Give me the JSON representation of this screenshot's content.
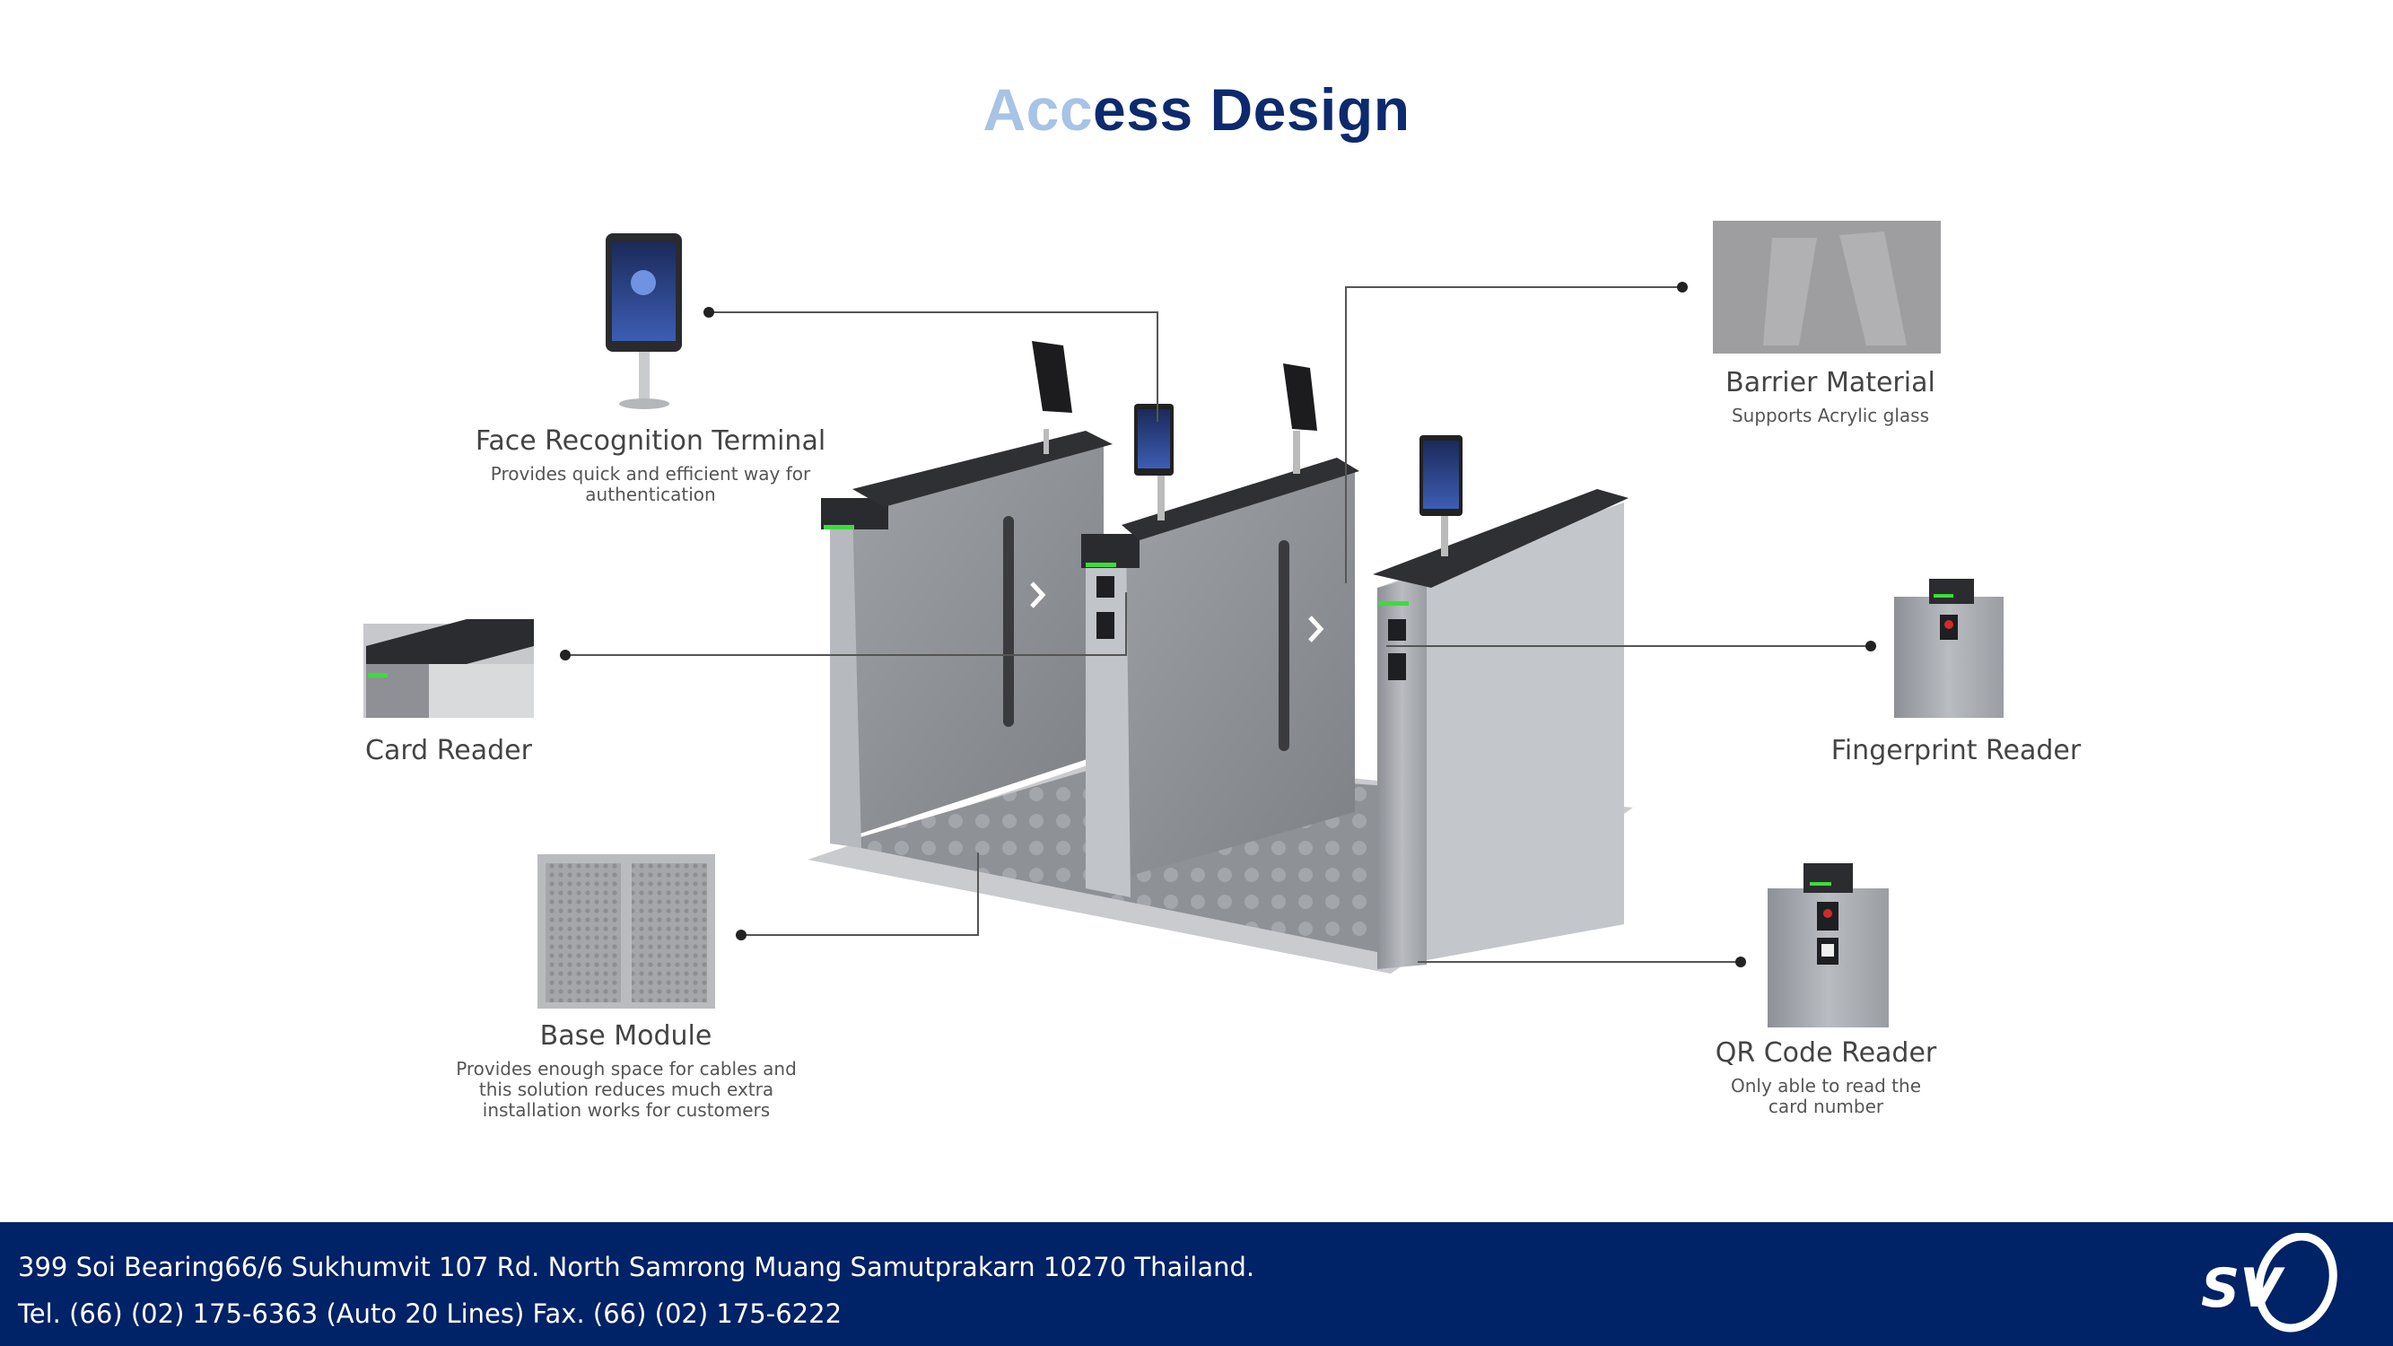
{
  "title": {
    "part1": "Acc",
    "part2": "ess Design"
  },
  "features": {
    "face": {
      "name": "Face Recognition Terminal",
      "desc": "Provides quick and efficient way for authentication"
    },
    "barrier": {
      "name": "Barrier Material",
      "desc": "Supports Acrylic glass"
    },
    "card": {
      "name": "Card Reader"
    },
    "fingerprint": {
      "name": "Fingerprint Reader"
    },
    "base": {
      "name": "Base Module",
      "desc": "Provides enough space for cables and this solution reduces much extra installation works for customers"
    },
    "qr": {
      "name": "QR Code Reader",
      "desc": "Only able to read the card number"
    }
  },
  "footer": {
    "address": "399 Soi Bearing66/6 Sukhumvit 107 Rd. North Samrong Muang Samutprakarn 10270 Thailand.",
    "contact": "Tel. (66) (02) 175-6363 (Auto 20 Lines) Fax. (66) (02) 175-6222",
    "logo_text": "SV"
  },
  "colors": {
    "title_light": "#a7c3e6",
    "title_dark": "#0d2a6e",
    "footer_bg": "#002266",
    "indicator": "#3ddc3d"
  }
}
